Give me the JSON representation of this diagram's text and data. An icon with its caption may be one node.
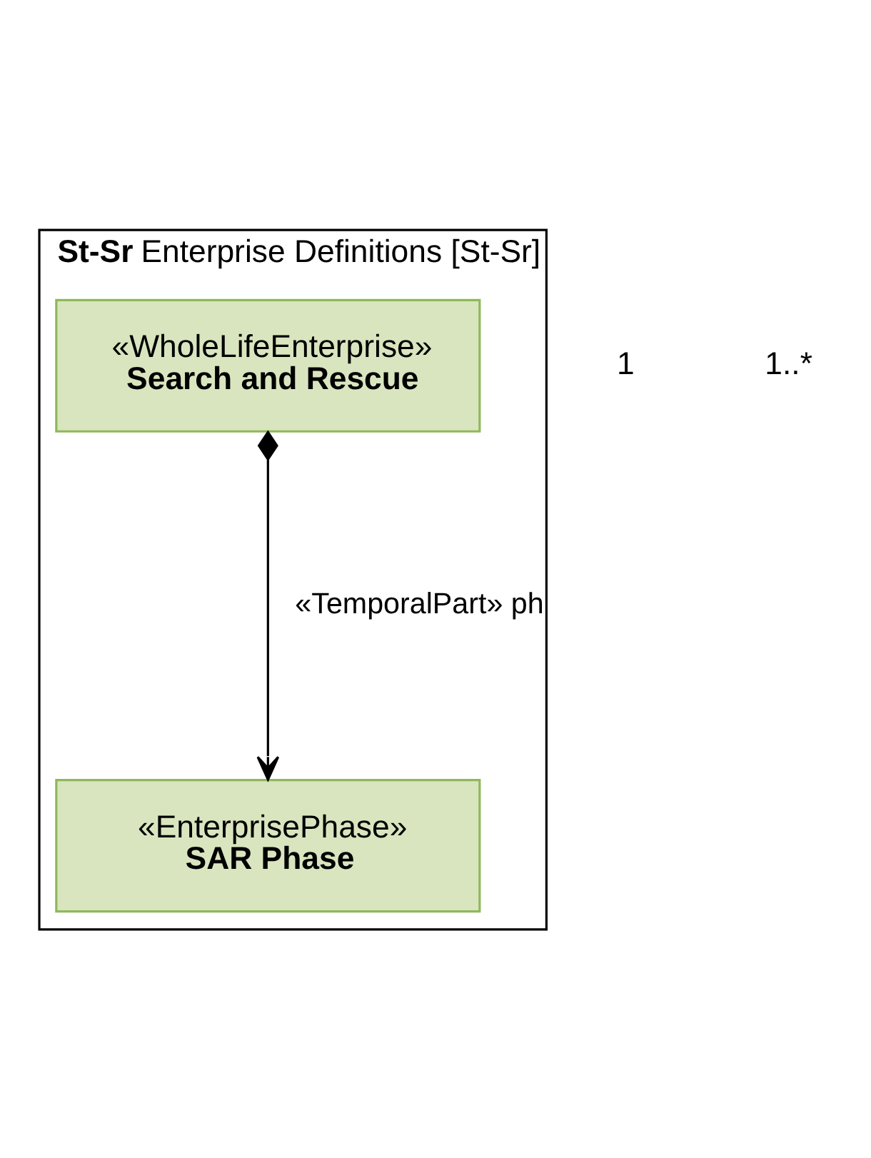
{
  "diagram": {
    "nodes": [
      {
        "text": [
          "**St-Sr** Enterprise Definitions [St-Sr]"
        ]
      },
      {
        "text": [
          "«WholeLifeEnterprise»",
          "Search and Rescue"
        ],
        "in": 0
      },
      {
        "text": [
          "«EnterprisePhase»",
          "SAR Phase"
        ],
        "in": 0
      }
    ],
    "edges": [
      {
        "from": 1,
        "to": 2,
        "arrow": "to",
        "label": "«TemporalPart» ph"
      }
    ],
    "labels": [
      "1",
      "1..*"
    ]
  }
}
